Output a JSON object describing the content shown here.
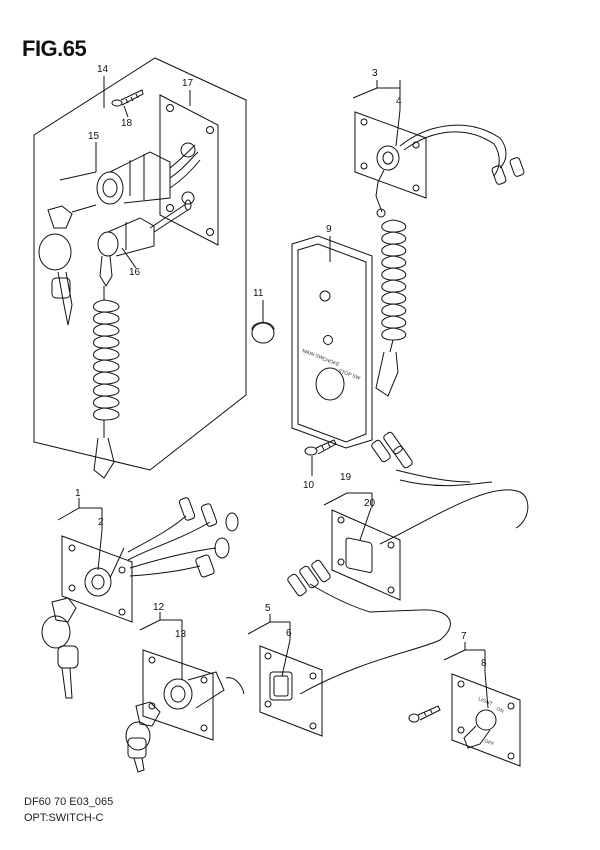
{
  "figure": {
    "title": "FIG.65",
    "code": "DF60 70 E03_065",
    "caption": "OPT:SWITCH-C"
  },
  "plate_labels": {
    "panel_9_upper_left": "MAIN SW",
    "panel_9_upper_right": "CHOKE",
    "panel_9_lower": "STOP SW",
    "light_label": "LIGHT",
    "light_on": "ON",
    "light_off": "OFF"
  },
  "callouts": [
    "1",
    "2",
    "3",
    "4",
    "5",
    "6",
    "7",
    "8",
    "9",
    "10",
    "11",
    "12",
    "13",
    "14",
    "15",
    "16",
    "17",
    "18",
    "19",
    "20"
  ]
}
